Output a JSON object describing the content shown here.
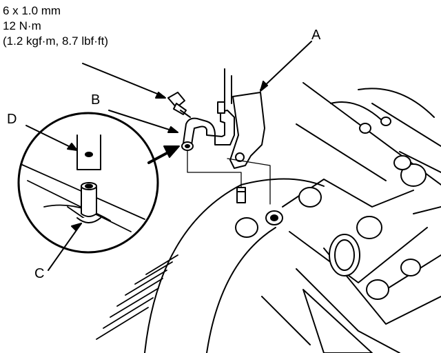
{
  "torque_spec": {
    "bolt_size": "6 x 1.0 mm",
    "torque_nm": "12 N·m",
    "torque_alt": "(1.2 kgf·m, 8.7 lbf·ft)"
  },
  "callouts": {
    "a": "A",
    "b": "B",
    "c": "C",
    "d": "D"
  }
}
